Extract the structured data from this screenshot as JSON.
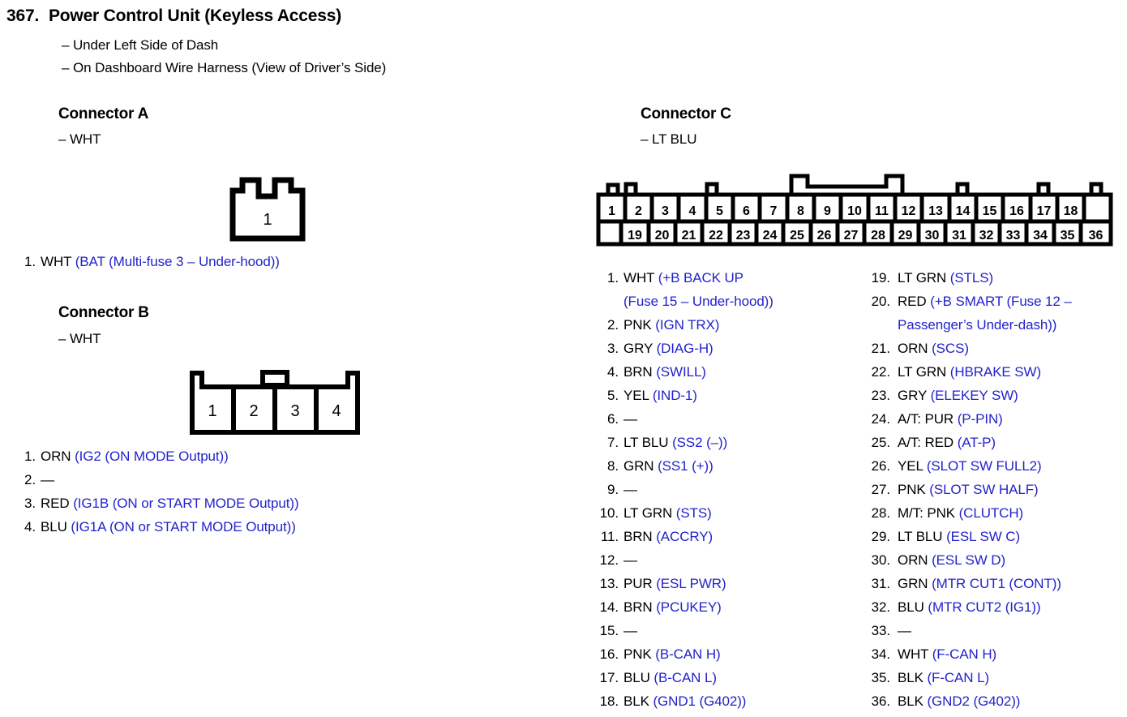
{
  "document": {
    "number": "367.",
    "title": "Power Control Unit (Keyless Access)",
    "notes": [
      "– Under Left Side of Dash",
      "– On Dashboard Wire Harness (View of Driver’s Side)"
    ]
  },
  "colors": {
    "circuit_text": "#2222cc",
    "wire_text": "#000000",
    "line": "#000000",
    "background": "#ffffff"
  },
  "connector_a": {
    "heading": "Connector A",
    "wire_color": "– WHT",
    "diagram": {
      "type": "single-cavity-connector",
      "cells": [
        "1"
      ]
    },
    "pins": [
      {
        "num": "1.",
        "wire": "WHT",
        "circuit": "(BAT (Multi-fuse 3 – Under-hood))"
      }
    ]
  },
  "connector_b": {
    "heading": "Connector B",
    "wire_color": "– WHT",
    "diagram": {
      "type": "four-cavity-connector",
      "cells": [
        "1",
        "2",
        "3",
        "4"
      ]
    },
    "pins": [
      {
        "num": "1.",
        "wire": "ORN",
        "circuit": "(IG2 (ON MODE Output))"
      },
      {
        "num": "2.",
        "wire": "—",
        "circuit": ""
      },
      {
        "num": "3.",
        "wire": "RED",
        "circuit": "(IG1B (ON or START MODE Output))"
      },
      {
        "num": "4.",
        "wire": "BLU",
        "circuit": "(IG1A (ON or START MODE Output))"
      }
    ]
  },
  "connector_c": {
    "heading": "Connector C",
    "wire_color": "– LT BLU",
    "diagram": {
      "type": "36-cavity-connector",
      "top_row": [
        "1",
        "2",
        "3",
        "4",
        "5",
        "6",
        "7",
        "8",
        "9",
        "10",
        "11",
        "12",
        "13",
        "14",
        "15",
        "16",
        "17",
        "18"
      ],
      "bottom_row": [
        "19",
        "20",
        "21",
        "22",
        "23",
        "24",
        "25",
        "26",
        "27",
        "28",
        "29",
        "30",
        "31",
        "32",
        "33",
        "34",
        "35",
        "36"
      ],
      "handle_span": "8-11"
    },
    "pins_left": [
      {
        "num": "1.",
        "wire": "WHT",
        "circuit": "(+B BACK UP",
        "circuit_cont": "(Fuse 15 – Under-hood))"
      },
      {
        "num": "2.",
        "wire": "PNK",
        "circuit": "(IGN TRX)"
      },
      {
        "num": "3.",
        "wire": "GRY",
        "circuit": "(DIAG-H)"
      },
      {
        "num": "4.",
        "wire": "BRN",
        "circuit": "(SWILL)"
      },
      {
        "num": "5.",
        "wire": "YEL",
        "circuit": "(IND-1)"
      },
      {
        "num": "6.",
        "wire": "—",
        "circuit": ""
      },
      {
        "num": "7.",
        "wire": "LT BLU",
        "circuit": "(SS2 (–))"
      },
      {
        "num": "8.",
        "wire": "GRN",
        "circuit": "(SS1 (+))"
      },
      {
        "num": "9.",
        "wire": "—",
        "circuit": ""
      },
      {
        "num": "10.",
        "wire": "LT GRN",
        "circuit": "(STS)"
      },
      {
        "num": "11.",
        "wire": "BRN",
        "circuit": "(ACCRY)"
      },
      {
        "num": "12.",
        "wire": "—",
        "circuit": ""
      },
      {
        "num": "13.",
        "wire": "PUR",
        "circuit": "(ESL PWR)"
      },
      {
        "num": "14.",
        "wire": "BRN",
        "circuit": "(PCUKEY)"
      },
      {
        "num": "15.",
        "wire": "—",
        "circuit": ""
      },
      {
        "num": "16.",
        "wire": "PNK",
        "circuit": "(B-CAN H)"
      },
      {
        "num": "17.",
        "wire": "BLU",
        "circuit": "(B-CAN L)"
      },
      {
        "num": "18.",
        "wire": "BLK",
        "circuit": "(GND1 (G402))"
      }
    ],
    "pins_right": [
      {
        "num": "19.",
        "wire": "LT GRN",
        "circuit": "(STLS)"
      },
      {
        "num": "20.",
        "wire": "RED",
        "circuit": "(+B SMART (Fuse 12 –",
        "circuit_cont": "Passenger’s Under-dash))"
      },
      {
        "num": "21.",
        "wire": "ORN",
        "circuit": "(SCS)"
      },
      {
        "num": "22.",
        "wire": "LT GRN",
        "circuit": "(HBRAKE SW)"
      },
      {
        "num": "23.",
        "wire": "GRY",
        "circuit": "(ELEKEY SW)"
      },
      {
        "num": "24.",
        "wire": "A/T: PUR",
        "circuit": "(P-PIN)"
      },
      {
        "num": "25.",
        "wire": "A/T: RED",
        "circuit": "(AT-P)"
      },
      {
        "num": "26.",
        "wire": "YEL",
        "circuit": "(SLOT SW FULL2)"
      },
      {
        "num": "27.",
        "wire": "PNK",
        "circuit": "(SLOT SW HALF)"
      },
      {
        "num": "28.",
        "wire": "M/T: PNK",
        "circuit": "(CLUTCH)"
      },
      {
        "num": "29.",
        "wire": "LT BLU",
        "circuit": "(ESL SW C)"
      },
      {
        "num": "30.",
        "wire": "ORN",
        "circuit": "(ESL SW D)"
      },
      {
        "num": "31.",
        "wire": "GRN",
        "circuit": "(MTR CUT1 (CONT))"
      },
      {
        "num": "32.",
        "wire": "BLU",
        "circuit": "(MTR CUT2 (IG1))"
      },
      {
        "num": "33.",
        "wire": "—",
        "circuit": ""
      },
      {
        "num": "34.",
        "wire": "WHT",
        "circuit": "(F-CAN H)"
      },
      {
        "num": "35.",
        "wire": "BLK",
        "circuit": "(F-CAN L)"
      },
      {
        "num": "36.",
        "wire": "BLK",
        "circuit": "(GND2 (G402))"
      }
    ]
  }
}
